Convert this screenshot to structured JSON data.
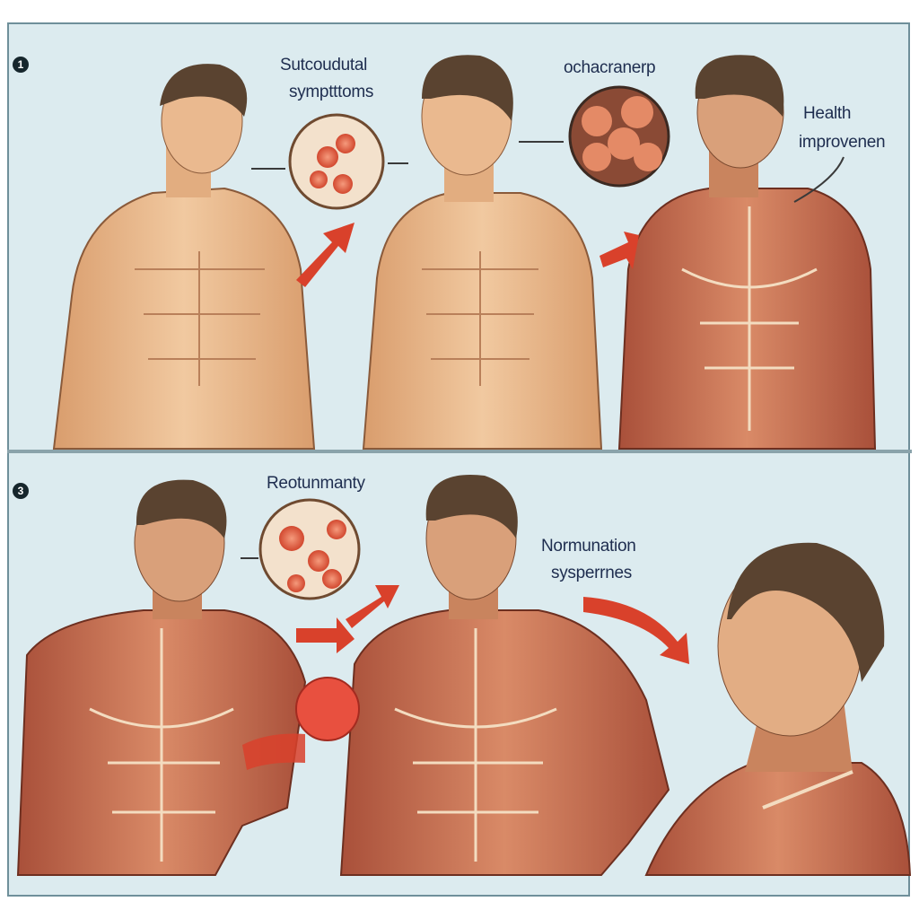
{
  "panels": [
    {
      "number": "1",
      "labels": {
        "symptoms_line1": "Sutcoudutal",
        "symptoms_line2": "symptttoms",
        "middle": "ochacranerp",
        "health_line1": "Health",
        "health_line2": "improvenen"
      }
    },
    {
      "number": "3",
      "labels": {
        "top": "Reotunmanty",
        "normunation_line1": "Normunation",
        "normunation_line2": "sysperrnes"
      }
    }
  ],
  "colors": {
    "background": "#dcebef",
    "arrow": "#d9412b",
    "skin": "#eab98f",
    "muscle": "#c8694a",
    "hair": "#5a4330",
    "text": "#1e2d4f"
  }
}
